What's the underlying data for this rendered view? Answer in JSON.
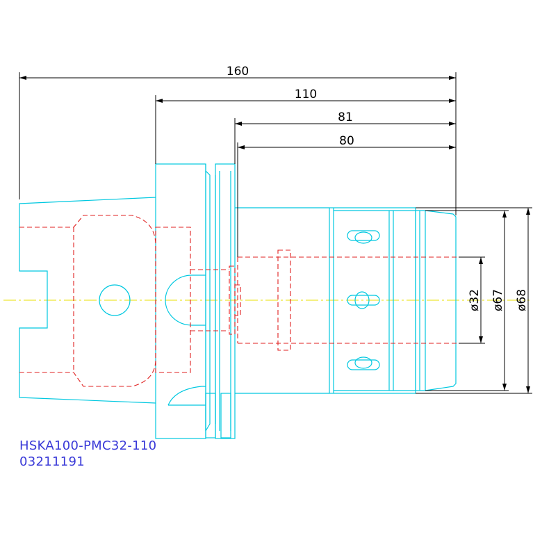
{
  "drawing": {
    "dimensions": {
      "length_total": "160",
      "length_flange": "110",
      "length_81": "81",
      "length_80": "80",
      "dia_32": "ø32",
      "dia_67": "ø67",
      "dia_68": "ø68"
    },
    "part_number": "HSKA100-PMC32-110",
    "code": "03211191"
  },
  "colors": {
    "outline": "#00c8e0",
    "hidden": "#e02020",
    "centerline": "#e8e000",
    "dimension": "#000000",
    "label": "#3a3ad8"
  }
}
